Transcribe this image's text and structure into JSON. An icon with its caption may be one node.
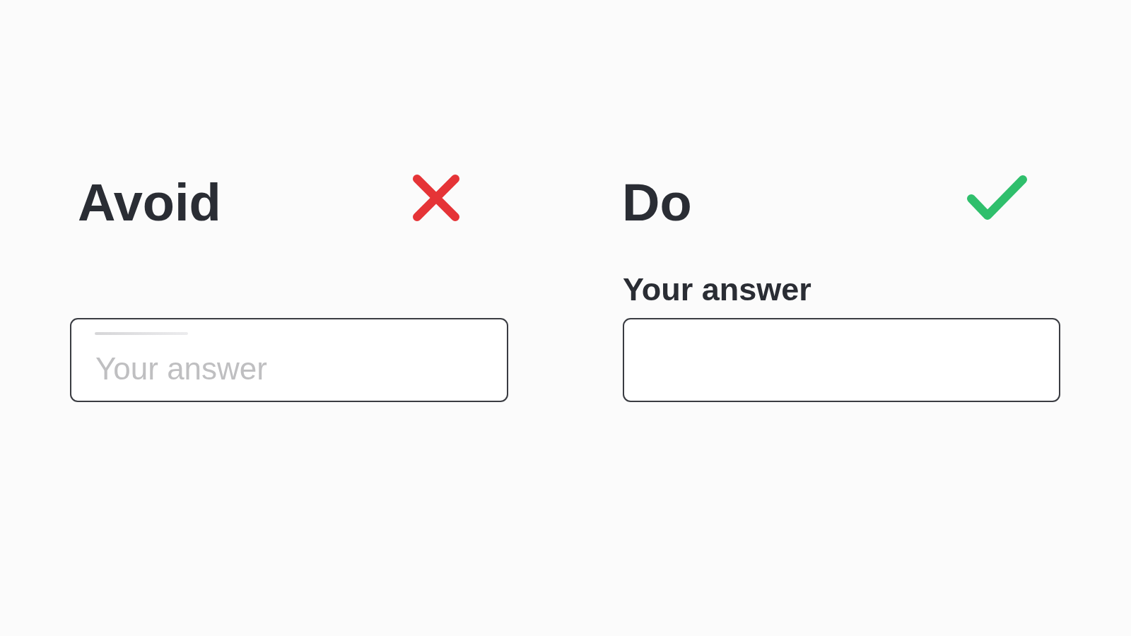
{
  "diagram": {
    "nodes": [
      {
        "text": [
          "Your answer"
        ]
      },
      {
        "text": [
          "Your answer"
        ]
      }
    ],
    "labels": [
      "Avoid",
      "Do"
    ]
  }
}
